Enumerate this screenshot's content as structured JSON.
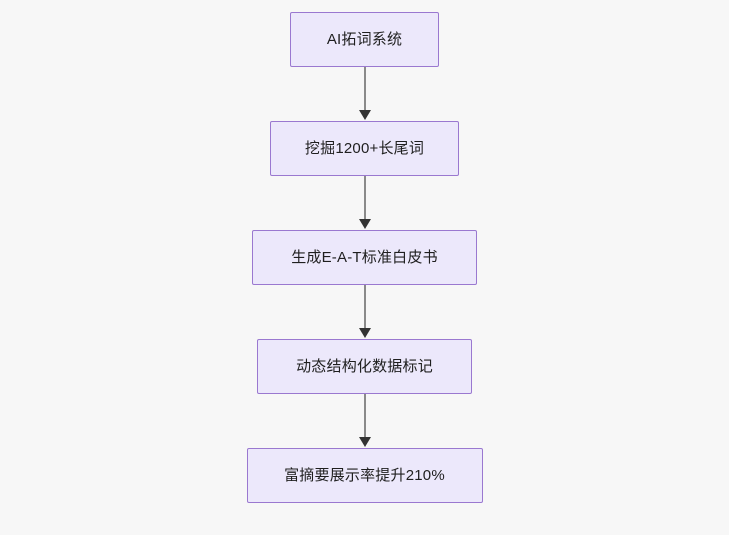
{
  "diagram": {
    "type": "flowchart",
    "direction": "top-to-bottom",
    "background_color": "#f7f7f7",
    "node_fill_color": "#ece8fb",
    "node_border_color": "#9a78d0",
    "node_text_color": "#1f1f1f",
    "connector_line_color": "#8a8a8a",
    "connector_arrow_color": "#333333",
    "nodes": [
      {
        "id": "n0",
        "label": "AI拓词系统"
      },
      {
        "id": "n1",
        "label": "挖掘1200+长尾词"
      },
      {
        "id": "n2",
        "label": "生成E-A-T标准白皮书"
      },
      {
        "id": "n3",
        "label": "动态结构化数据标记"
      },
      {
        "id": "n4",
        "label": "富摘要展示率提升210%"
      }
    ],
    "edges": [
      {
        "from": "n0",
        "to": "n1",
        "label": ""
      },
      {
        "from": "n1",
        "to": "n2",
        "label": ""
      },
      {
        "from": "n2",
        "to": "n3",
        "label": ""
      },
      {
        "from": "n3",
        "to": "n4",
        "label": ""
      }
    ]
  }
}
